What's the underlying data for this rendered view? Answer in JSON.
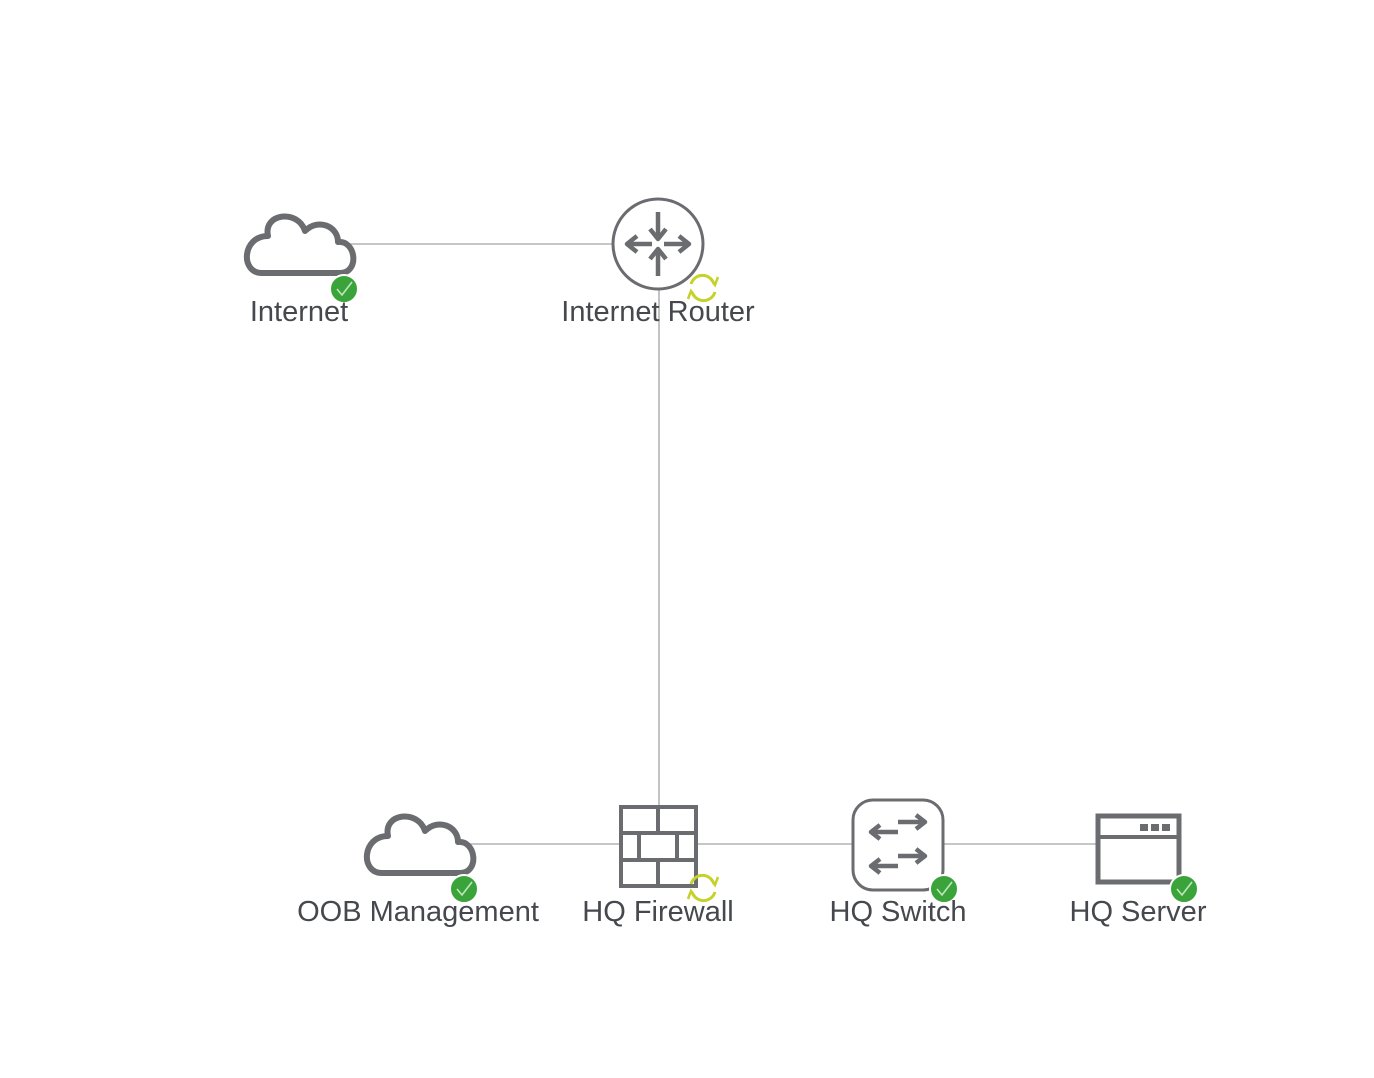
{
  "colors": {
    "icon": "#6b6c70",
    "link": "#b4b4b4",
    "label": "#45484d",
    "status_ok": "#3aa43a",
    "status_syncing": "#c4d22a"
  },
  "nodes": [
    {
      "id": "internet",
      "label": "Internet",
      "icon": "cloud-icon",
      "status": "ok"
    },
    {
      "id": "internet-router",
      "label": "Internet Router",
      "icon": "router-icon",
      "status": "syncing"
    },
    {
      "id": "oob-management",
      "label": "OOB Management",
      "icon": "cloud-icon",
      "status": "ok"
    },
    {
      "id": "hq-firewall",
      "label": "HQ Firewall",
      "icon": "firewall-icon",
      "status": "syncing"
    },
    {
      "id": "hq-switch",
      "label": "HQ Switch",
      "icon": "switch-icon",
      "status": "ok"
    },
    {
      "id": "hq-server",
      "label": "HQ Server",
      "icon": "server-icon",
      "status": "ok"
    }
  ],
  "links": [
    {
      "from": "internet",
      "to": "internet-router"
    },
    {
      "from": "internet-router",
      "to": "hq-firewall"
    },
    {
      "from": "oob-management",
      "to": "hq-firewall"
    },
    {
      "from": "hq-firewall",
      "to": "hq-switch"
    },
    {
      "from": "hq-switch",
      "to": "hq-server"
    }
  ]
}
